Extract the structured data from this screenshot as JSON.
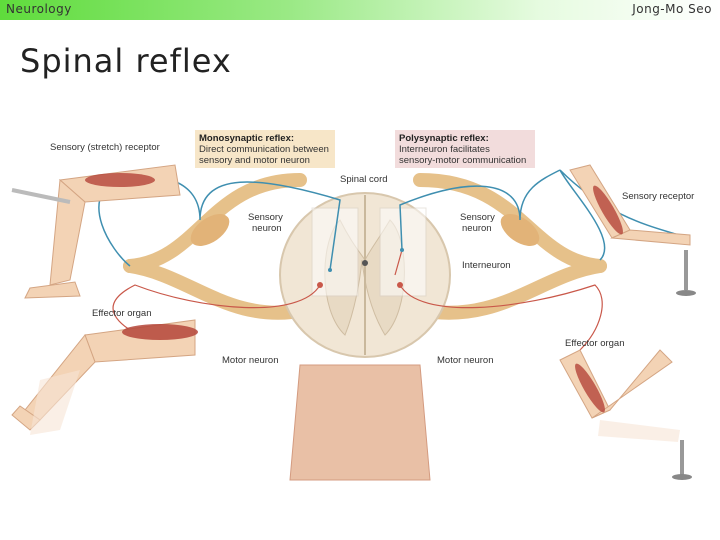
{
  "header": {
    "left": "Neurology",
    "right": "Jong-Mo Seo"
  },
  "title": "Spinal reflex",
  "diagram": {
    "sensory_stretch_receptor": "Sensory (stretch) receptor",
    "mono_title": "Monosynaptic reflex:",
    "mono_line1": "Direct communication between",
    "mono_line2": "sensory and motor neuron",
    "poly_title": "Polysynaptic reflex:",
    "poly_line1": "Interneuron facilitates",
    "poly_line2": "sensory-motor communication",
    "spinal_cord": "Spinal cord",
    "sensory_neuron_left_1": "Sensory",
    "sensory_neuron_left_2": "neuron",
    "sensory_neuron_right_1": "Sensory",
    "sensory_neuron_right_2": "neuron",
    "interneuron": "Interneuron",
    "sensory_receptor": "Sensory receptor",
    "effector_organ_left": "Effector organ",
    "effector_organ_right": "Effector organ",
    "motor_neuron_left": "Motor neuron",
    "motor_neuron_right": "Motor neuron",
    "colors": {
      "nerve": "#e8c48d",
      "sensory": "#3f8fb0",
      "motor": "#c9584a",
      "skin": "#f3d3b5",
      "cord": "#efe3d0"
    }
  }
}
